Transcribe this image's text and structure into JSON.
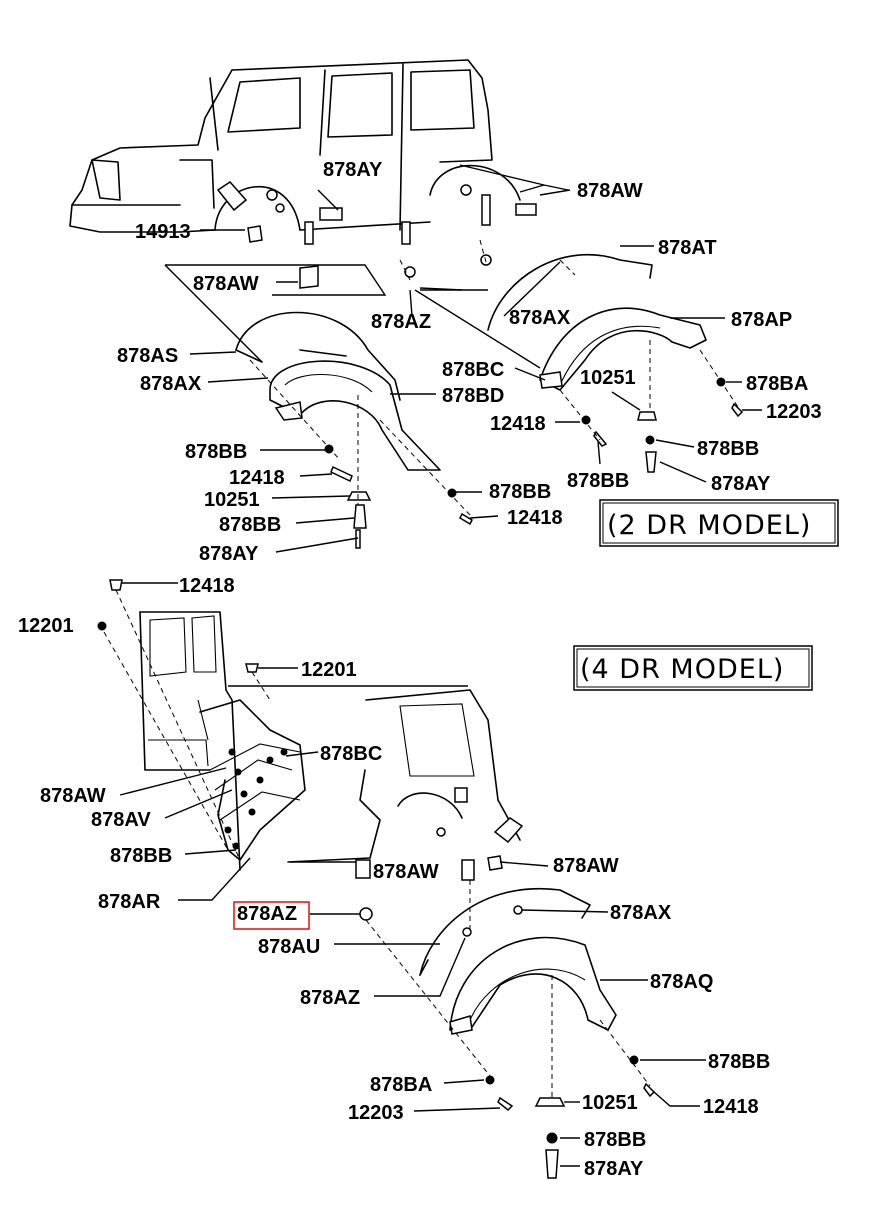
{
  "two_door": {
    "model_label": "(2 DR MODEL)",
    "callouts": [
      "878AY",
      "878AW",
      "14913",
      "878AT",
      "878AW",
      "878AX",
      "878AP",
      "878AZ",
      "878AS",
      "878AX",
      "878BC",
      "878BD",
      "10251",
      "878BA",
      "12203",
      "12418",
      "878BB",
      "878BB",
      "12418",
      "878BB",
      "878AY",
      "10251",
      "878BB",
      "12418",
      "878BB",
      "878AY"
    ]
  },
  "four_door": {
    "model_label": "(4 DR MODEL)",
    "callouts": [
      "12418",
      "12201",
      "12201",
      "878BC",
      "878AW",
      "878AV",
      "878BB",
      "878AR",
      "878AW",
      "878AW",
      "878AZ",
      "878AX",
      "878AU",
      "878AQ",
      "878AZ",
      "878BB",
      "878BA",
      "12203",
      "10251",
      "12418",
      "878BB",
      "878AY"
    ]
  },
  "highlighted_callout": "878AZ",
  "colors": {
    "line": "#000000",
    "highlight": "#e02020",
    "background": "#ffffff"
  }
}
